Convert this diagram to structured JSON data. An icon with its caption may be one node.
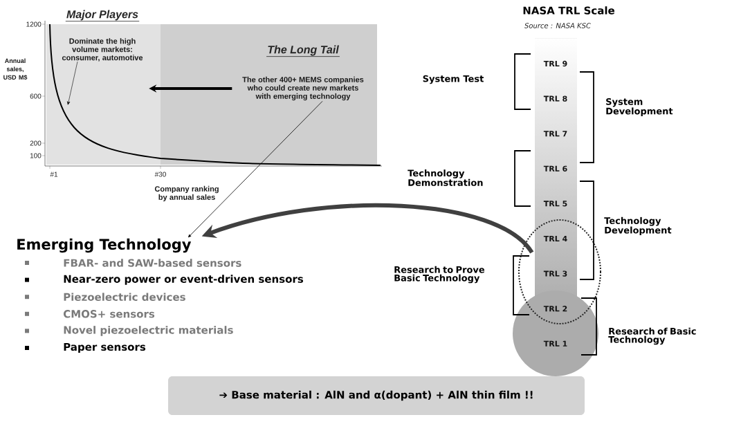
{
  "diagram": {
    "nodes": [
      {
        "text": [
          "Major Players",
          "Dominate the high volume markets: consumer, automotive"
        ]
      },
      {
        "text": [
          "The Long Tail",
          "The other 400+ MEMS companies who could create new markets with emerging technology"
        ]
      },
      {
        "text": [
          "Emerging Technology"
        ]
      },
      {
        "text": [
          "TRL 9",
          "TRL 8",
          "TRL 7",
          "TRL 6",
          "TRL 5",
          "TRL 4",
          "TRL 3",
          "TRL 2",
          "TRL 1"
        ]
      },
      {
        "text": [
          "➔ Base material : AlN and α(dopant) + AlN thin film !!"
        ]
      }
    ],
    "edges": [
      {
        "from": 0,
        "to": null,
        "arrow": "to"
      },
      {
        "from": 1,
        "to": 0,
        "arrow": "to",
        "style": "thick"
      },
      {
        "from": 1,
        "to": 2,
        "arrow": "to"
      },
      {
        "from": 3,
        "to": 2,
        "arrow": "to",
        "style": "thick",
        "color": "#404040"
      }
    ],
    "labels": [
      "Annual sales, USD M$",
      "1200",
      "600",
      "200",
      "100",
      "#1",
      "#30",
      "Company ranking by annual sales",
      "System Test",
      "System Development",
      "Technology Demonstration",
      "Technology Development",
      "Research to Prove Basic Technology",
      "Research of Basic Technology",
      "FBAR- and SAW-based sensors",
      "Near-zero power or event-driven sensors",
      "Piezoelectric devices",
      "CMOS+ sensors",
      "Novel piezoelectric materials",
      "Paper sensors",
      "NASA TRL Scale",
      "Source : NASA KSC"
    ]
  }
}
